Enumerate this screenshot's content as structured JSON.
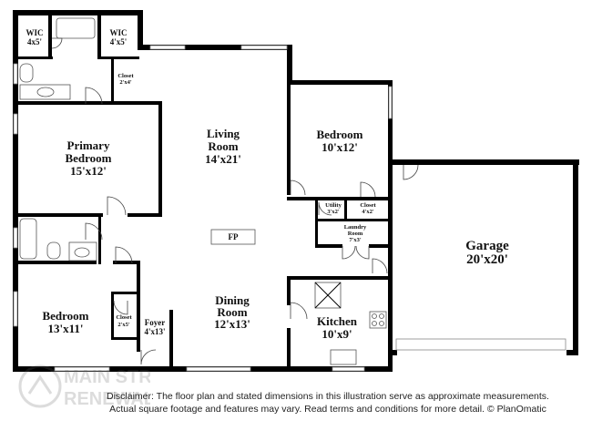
{
  "rooms": {
    "wic_left": {
      "name": "WIC",
      "size": "4x5'"
    },
    "wic_right": {
      "name": "WIC",
      "size": "4'x5'"
    },
    "closet_primary": {
      "name": "Closet",
      "size": "2'x4'"
    },
    "primary_bedroom": {
      "name1": "Primary",
      "name2": "Bedroom",
      "size": "15'x12'"
    },
    "living_room": {
      "name1": "Living",
      "name2": "Room",
      "size": "14'x21'"
    },
    "bedroom_ne": {
      "name": "Bedroom",
      "size": "10'x12'"
    },
    "utility": {
      "name": "Utility",
      "size": "3'x2'"
    },
    "closet_ne": {
      "name": "Closet",
      "size": "4'x2'"
    },
    "laundry": {
      "name1": "Laundry",
      "name2": "Room",
      "size": "7'x3'"
    },
    "fireplace": {
      "name": "FP"
    },
    "garage": {
      "name": "Garage",
      "size": "20'x20'"
    },
    "bedroom_sw": {
      "name": "Bedroom",
      "size": "13'x11'"
    },
    "closet_sw": {
      "name": "Closet",
      "size": "2'x5'"
    },
    "foyer": {
      "name": "Foyer",
      "size": "4'x13'"
    },
    "dining_room": {
      "name1": "Dining",
      "name2": "Room",
      "size": "12'x13'"
    },
    "kitchen": {
      "name": "Kitchen",
      "size": "10'x9'"
    }
  },
  "disclaimer": {
    "line1": "Disclaimer: The floor plan and stated dimensions in this illustration serve as approximate measurements.",
    "line2": "Actual square footage and features may vary. Read terms and conditions for more detail. © PlanOmatic"
  },
  "watermark": {
    "text1": "MAIN STREET",
    "text2": "RENEWAL"
  }
}
